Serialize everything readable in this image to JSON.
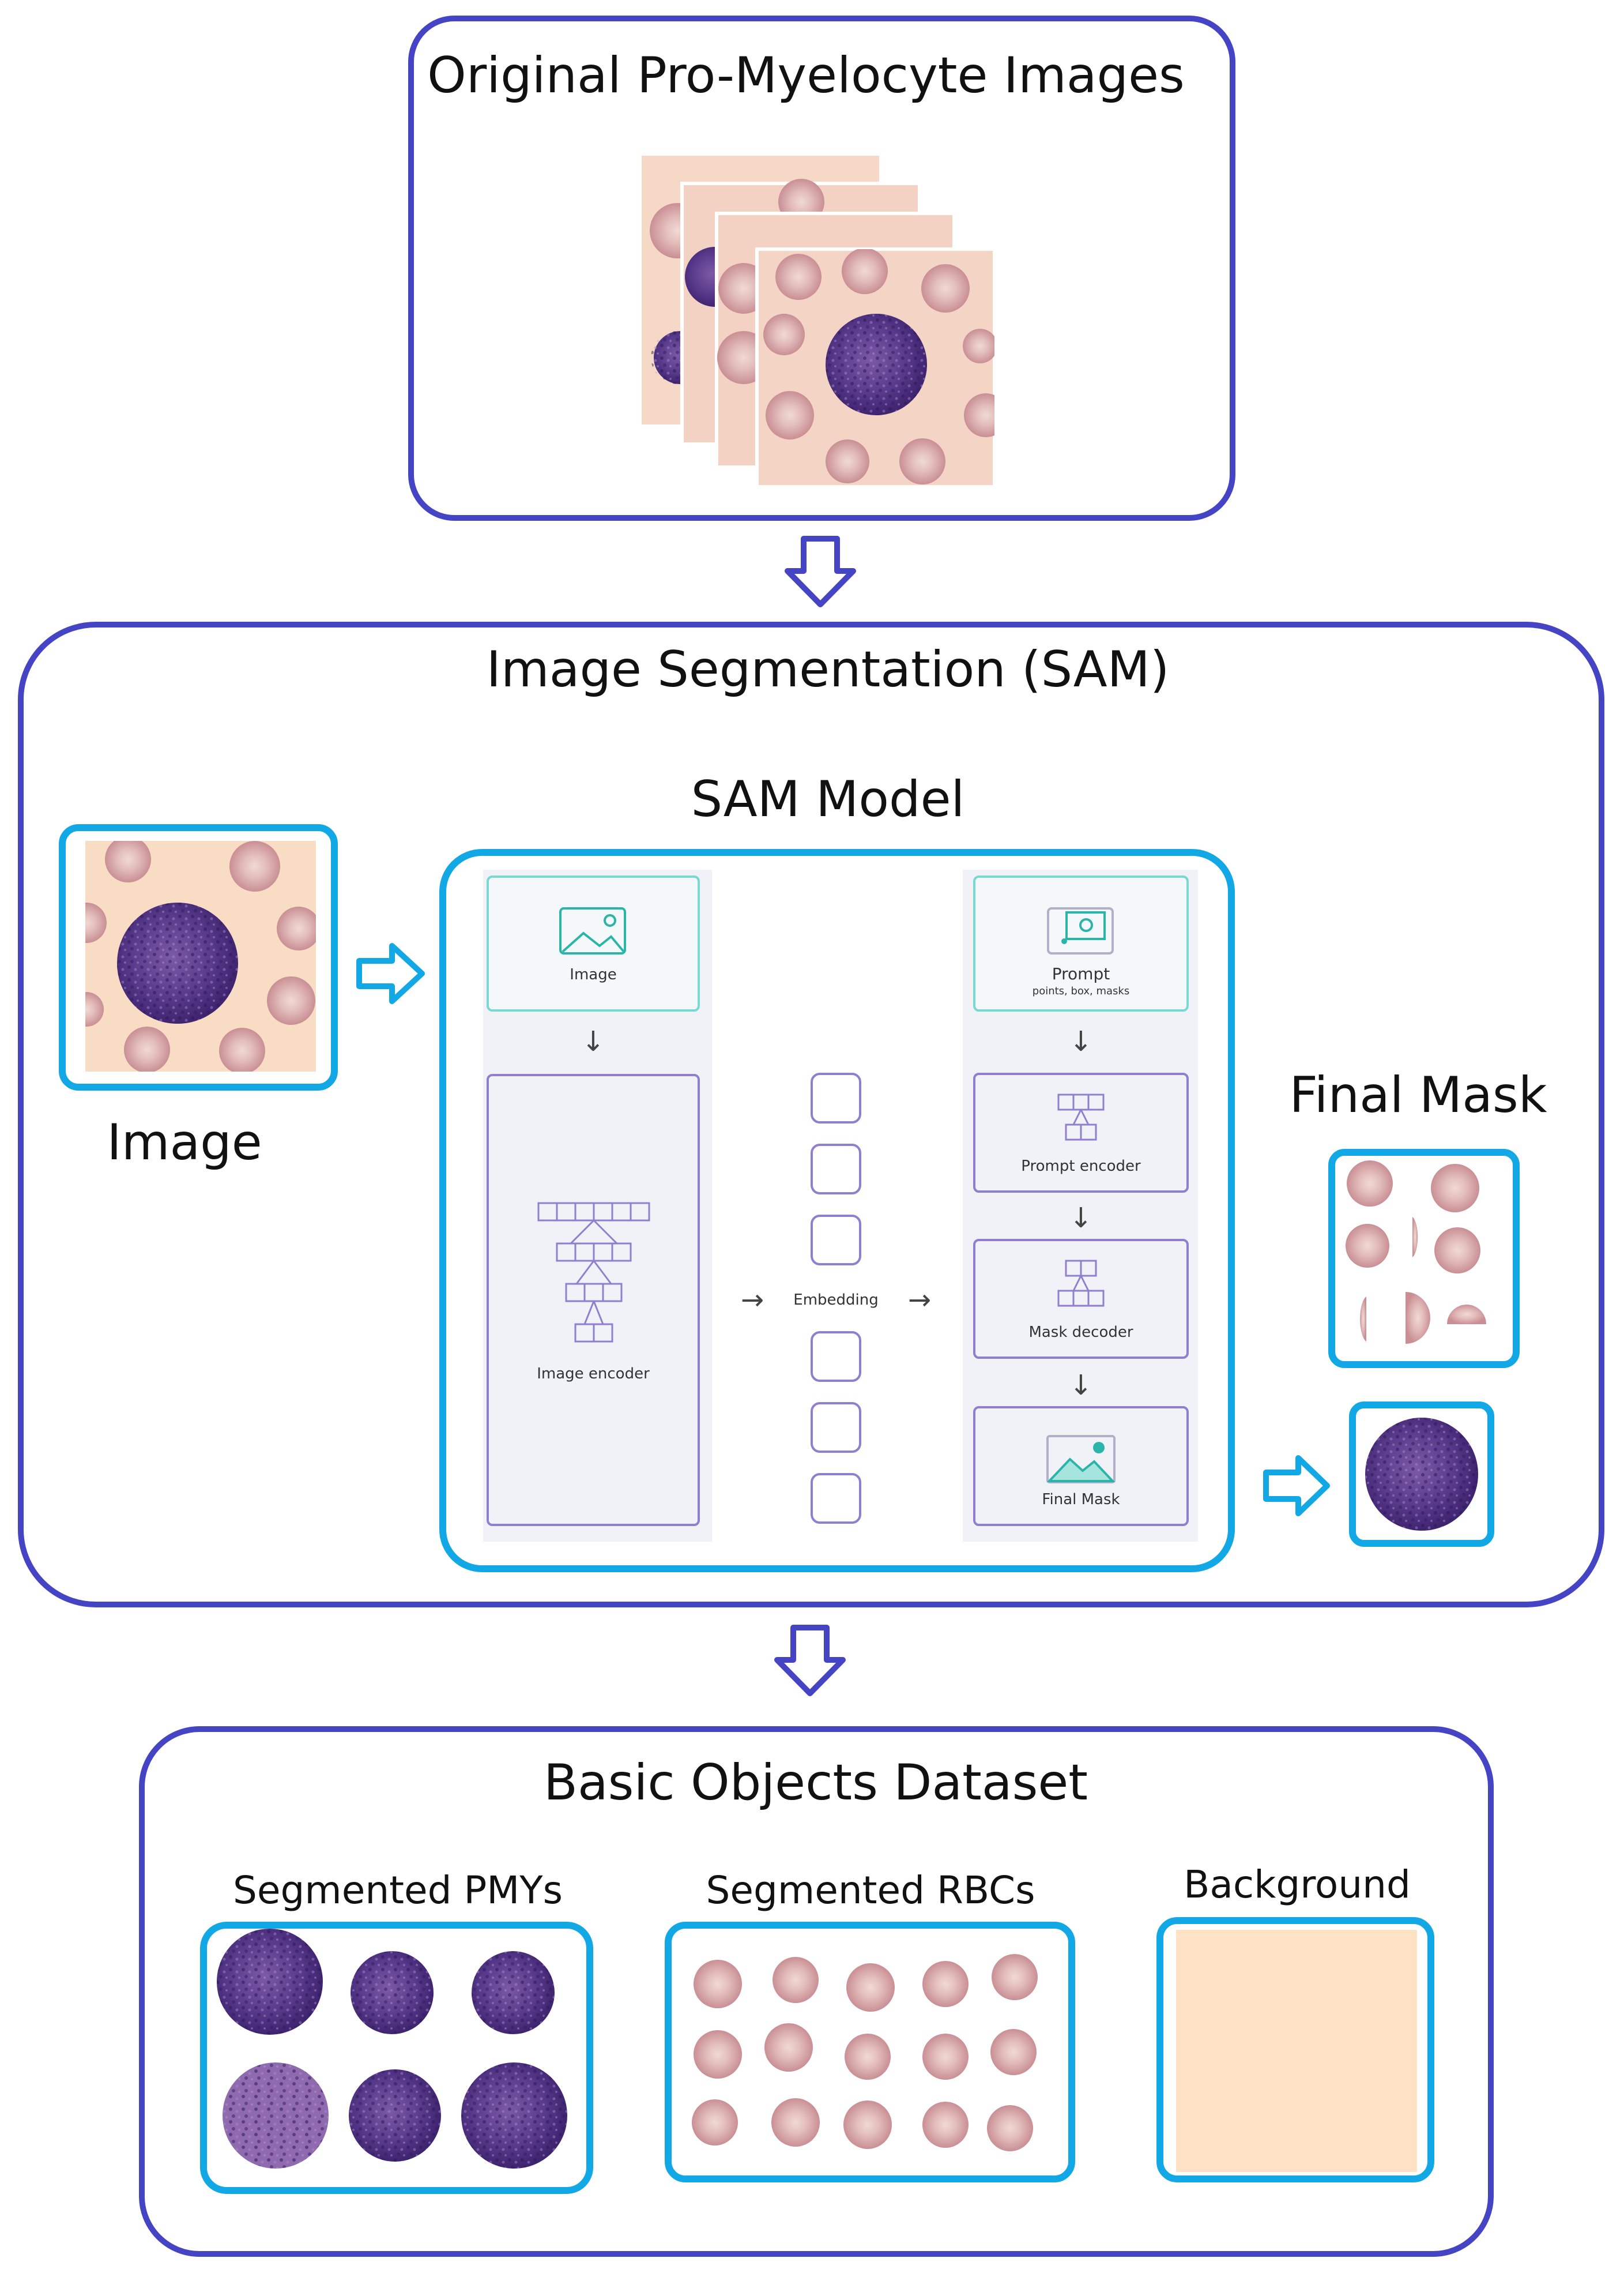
{
  "colors": {
    "navy_border": "#4444c4",
    "cyan_border": "#12a8e6",
    "arrow_navy": "#4444c4",
    "arrow_cyan": "#12a8e6",
    "background_tile": "#fde2c6",
    "rbc": "#d6a3a6",
    "rbc_center": "#edd2cd",
    "pmy": "#5a3a8c",
    "sam_panel": "#f1f2f8",
    "sam_border_purple": "#8e7fcf",
    "sam_border_teal": "#79d8d2",
    "sam_teal_icon": "#2bb4aa"
  },
  "stages": {
    "original": {
      "title": "Original Pro-Myelocyte Images"
    },
    "segmentation": {
      "title": "Image Segmentation (SAM)",
      "image_label": "Image",
      "sam_model_title": "SAM Model",
      "final_mask_label": "Final Mask"
    },
    "dataset": {
      "title": "Basic Objects Dataset",
      "pmys_label": "Segmented PMYs",
      "rbcs_label": "Segmented RBCs",
      "background_label": "Background"
    }
  },
  "sam_diagram": {
    "image_card": "Image",
    "image_encoder": "Image encoder",
    "embedding": "Embedding",
    "prompt_card": "Prompt",
    "prompt_sub": "points, box, masks",
    "prompt_encoder": "Prompt encoder",
    "mask_decoder": "Mask decoder",
    "final_mask_card": "Final Mask",
    "arrow_down": "↓",
    "arrow_right": "→"
  }
}
